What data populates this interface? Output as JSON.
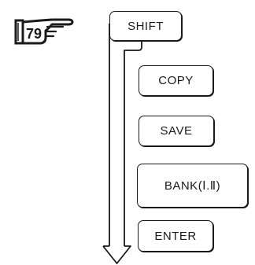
{
  "step": {
    "number": "79"
  },
  "keys": {
    "shift": "SHIFT",
    "copy": "COPY",
    "save": "SAVE",
    "bank": "BANK(Ⅰ.Ⅱ)",
    "enter": "ENTER"
  },
  "icons": {
    "step_marker": "pointing-hand-icon",
    "flow": "down-arrow-icon"
  },
  "colors": {
    "ink": "#1a1a1a",
    "paper": "#ffffff"
  }
}
